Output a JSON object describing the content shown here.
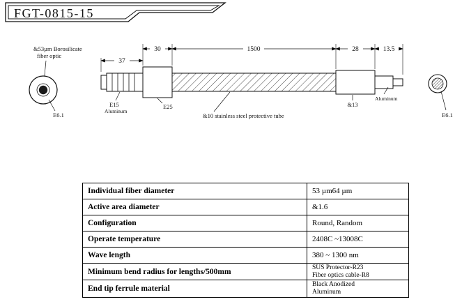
{
  "title_block": {
    "model": "FGT-0815-15"
  },
  "drawing": {
    "notes": {
      "fiber_line1": "&53µm Borosilicate",
      "fiber_line2": "fiber optic",
      "tube": "&10 stainless steel protective tube"
    },
    "dimensions": {
      "d1": "37",
      "d2": "30",
      "d3": "1500",
      "d4": "28",
      "d5": "13.5"
    },
    "labels": {
      "left_end_dia": "E6.1",
      "ferrule_dia": "E15",
      "ferrule_material": "Aluminum",
      "flange_dia": "E25",
      "sleeve_dia": "&13",
      "end_material": "Aluminum",
      "right_end_dia": "E6.1"
    }
  },
  "table": {
    "rows": [
      {
        "label": "Individual fiber diameter",
        "value": "53 µm64 µm"
      },
      {
        "label": "Active area diameter",
        "value": "&1.6"
      },
      {
        "label": "Configuration",
        "value": "Round, Random"
      },
      {
        "label": "Operate temperature",
        "value": "2408C ~13008C"
      },
      {
        "label": "Wave length",
        "value": "380 ~ 1300 nm"
      },
      {
        "label": "Minimum bend radius for lengths/500mm",
        "value": "SUS Protector-R23",
        "value2": "Fiber optics cable-R8"
      },
      {
        "label": "End tip ferrule material",
        "value": "Black Anodized",
        "value2": "Aluminum"
      }
    ]
  }
}
